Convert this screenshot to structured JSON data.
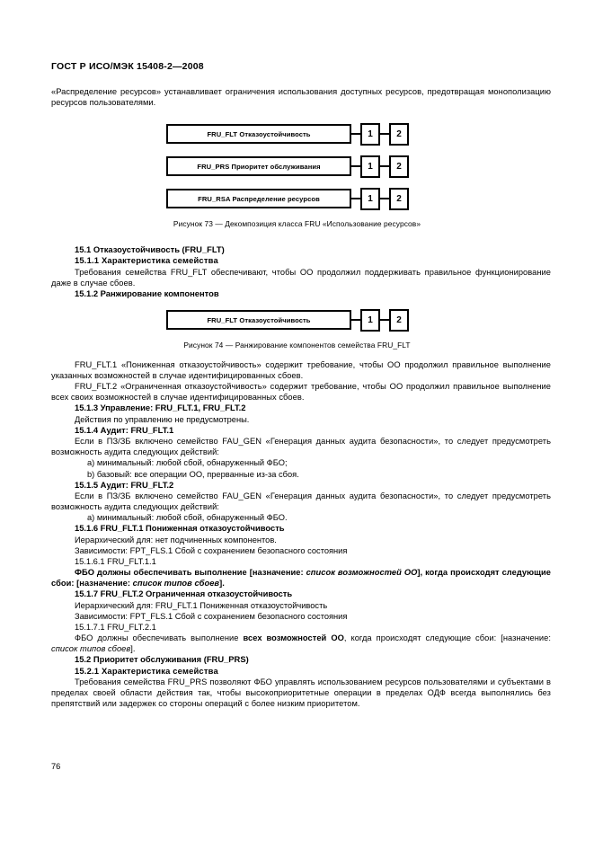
{
  "document": {
    "header": "ГОСТ Р ИСО/МЭК 15408-2—2008",
    "page_number": "76"
  },
  "intro": {
    "text": "«Распределение ресурсов» устанавливает ограничения использования доступных ресурсов, предотвращая монополизацию ресурсов пользователями."
  },
  "figure73": {
    "caption": "Рисунок 73 — Декомпозиция класса FRU «Использование ресурсов»",
    "rows": [
      {
        "family": "FRU_FLT Отказоустойчивость",
        "components": [
          "1",
          "2"
        ]
      },
      {
        "family": "FRU_PRS Приоритет обслуживания",
        "components": [
          "1",
          "2"
        ]
      },
      {
        "family": "FRU_RSA Распределение ресурсов",
        "components": [
          "1",
          "2"
        ]
      }
    ]
  },
  "figure74": {
    "caption": "Рисунок 74 — Ранжирование компонентов семейства FRU_FLT",
    "rows": [
      {
        "family": "FRU_FLT Отказоустойчивость",
        "components": [
          "1",
          "2"
        ]
      }
    ]
  },
  "sections": {
    "s15_1_title": "15.1 Отказоустойчивость (FRU_FLT)",
    "s15_1_1_title": "15.1.1   Характеристика семейства",
    "s15_1_1_body": "Требования семейства FRU_FLT обеспечивают,  чтобы ОО  продолжил поддерживать правильное функционирование даже в случае сбоев.",
    "s15_1_2_title": "15.1.2 Ранжирование компонентов",
    "flt1_para": "FRU_FLT.1 «Пониженная отказоустойчивость» содержит требование, чтобы ОО продолжил правильное выполнение указанных возможностей в случае идентифицированных сбоев.",
    "flt2_para": "FRU_FLT.2 «Ограниченная отказоустойчивость» содержит требование, чтобы ОО продолжил правильное выполнение всех своих возможностей в случае идентифицированных сбоев.",
    "s15_1_3_title": "15.1.3 Управление: FRU_FLT.1, FRU_FLT.2",
    "s15_1_3_body": "Действия по управлению не предусмотрены.",
    "s15_1_4_title": "15.1.4 Аудит: FRU_FLT.1",
    "s15_1_4_body": "Если в ПЗ/ЗБ включено семейство FAU_GEN «Генерация данных аудита безопасности», то следует предусмотреть возможность аудита следующих действий:",
    "s15_1_4_items": [
      "a) минимальный: любой сбой, обнаруженный ФБО;",
      "b) базовый: все операции ОО, прерванные из-за сбоя."
    ],
    "s15_1_5_title": "15.1.5 Аудит: FRU_FLT.2",
    "s15_1_5_body": "Если в ПЗ/ЗБ включено семейство FAU_GEN «Генерация данных аудита безопасности», то следует предусмотреть возможность аудита следующих действий:",
    "s15_1_5_items": [
      "a) минимальный: любой сбой, обнаруженный ФБО."
    ],
    "s15_1_6_title": "15.1.6 FRU_FLT.1 Пониженная  отказоустойчивость",
    "s15_1_6_hier": "Иерархический для: нет подчиненных компонентов.",
    "s15_1_6_dep": "Зависимости: FPT_FLS.1 Сбой с сохранением безопасного состояния",
    "s15_1_6_1_label": "15.1.6.1 FRU_FLT.1.1",
    "s15_1_6_1_req_a": "ФБО должны обеспечивать выполнение [назначение: ",
    "s15_1_6_1_req_em1": "список возможностей ОО",
    "s15_1_6_1_req_b": "], когда происходят следующие сбои: [назначение: ",
    "s15_1_6_1_req_em2": "список типов сбоев",
    "s15_1_6_1_req_c": "].",
    "s15_1_7_title": "15.1.7 FRU_FLT.2 Ограниченная  отказоустойчивость",
    "s15_1_7_hier": "Иерархический для: FRU_FLT.1 Пониженная отказоустойчивость",
    "s15_1_7_dep": "Зависимости: FPT_FLS.1 Сбой с сохранением безопасного состояния",
    "s15_1_7_1_label": "15.1.7.1 FRU_FLT.2.1",
    "s15_1_7_1_req_a": "ФБО должны обеспечивать выполнение ",
    "s15_1_7_1_req_strong": "всех возможностей ОО",
    "s15_1_7_1_req_b": ", когда происходят следующие сбои: [назначение: ",
    "s15_1_7_1_req_em": "список типов сбоев",
    "s15_1_7_1_req_c": "].",
    "s15_2_title": "15.2 Приоритет обслуживания (FRU_PRS)",
    "s15_2_1_title": "15.2.1   Характеристика семейства",
    "s15_2_1_body": "Требования семейства FRU_PRS позволяют ФБО управлять использованием ресурсов пользователями и субъектами в пределах своей области действия так, чтобы высокоприоритетные операции в пределах ОДФ всегда выполнялись без препятствий или задержек со стороны операций с более низким приоритетом."
  }
}
